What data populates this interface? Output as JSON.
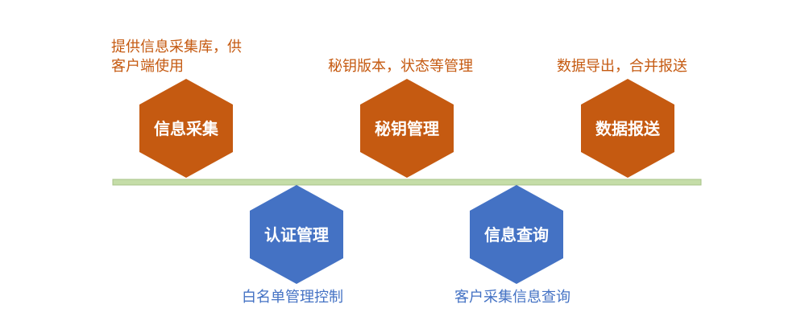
{
  "colors": {
    "orange": "#C55A11",
    "blue": "#4472C4",
    "line_fill": "#C5DDA8",
    "line_stroke": "#A9C48A"
  },
  "top_nodes": [
    {
      "label": "信息采集",
      "caption_lines": [
        "提供信息采集库，供",
        "客户端使用"
      ]
    },
    {
      "label": "秘钥管理",
      "caption_lines": [
        "秘钥版本，状态等管理"
      ]
    },
    {
      "label": "数据报送",
      "caption_lines": [
        "数据导出，合并报送"
      ]
    }
  ],
  "bottom_nodes": [
    {
      "label": "认证管理",
      "caption_lines": [
        "白名单管理控制"
      ]
    },
    {
      "label": "信息查询",
      "caption_lines": [
        "客户采集信息查询"
      ]
    }
  ]
}
